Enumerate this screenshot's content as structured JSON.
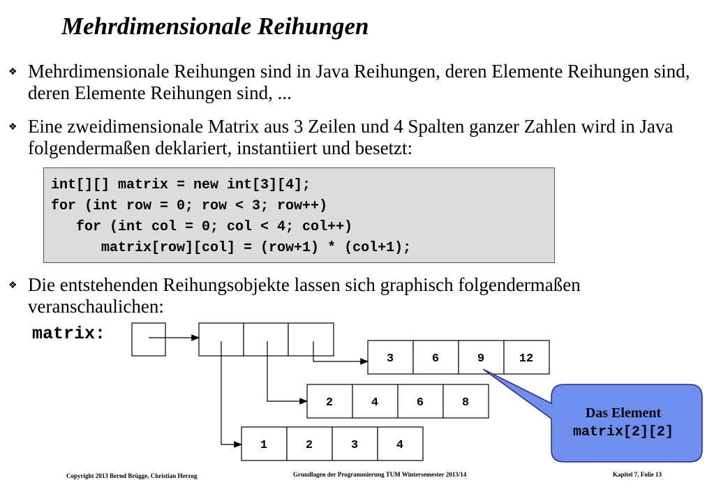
{
  "slide": {
    "title": "Mehrdimensionale Reihungen",
    "bullets": [
      "Mehrdimensionale Reihungen sind in Java Reihungen, deren Elemente Reihungen sind, deren Elemente Reihungen sind, ...",
      "Eine zweidimensionale Matrix aus 3 Zeilen und 4 Spalten ganzer Zahlen wird in Java folgendermaßen deklariert, instantiiert und besetzt:",
      "Die entstehenden Reihungsobjekte lassen sich graphisch folgendermaßen veranschaulichen:"
    ],
    "code_lines": [
      "int[][] matrix = new int[3][4];",
      "for (int row = 0; row < 3; row++)",
      "   for (int col = 0; col < 4; col++)",
      "      matrix[row][col] = (row+1) * (col+1);"
    ]
  },
  "diagram": {
    "variable_label": "matrix:",
    "rows": [
      [
        "1",
        "2",
        "3",
        "4"
      ],
      [
        "2",
        "4",
        "6",
        "8"
      ],
      [
        "3",
        "6",
        "9",
        "12"
      ]
    ],
    "callout": {
      "line1": "Das Element",
      "line2": "matrix[2][2]",
      "fill": "#6f8ff0",
      "border": "#2a2a7a"
    }
  },
  "footer": {
    "copyright": "Copyright  2013 Bernd Brügge, Christian Herzog",
    "course": "Grundlagen der Programmierung  TUM Wintersemester 2013/14",
    "slide_no": "Kapitel 7, Folie 13"
  }
}
